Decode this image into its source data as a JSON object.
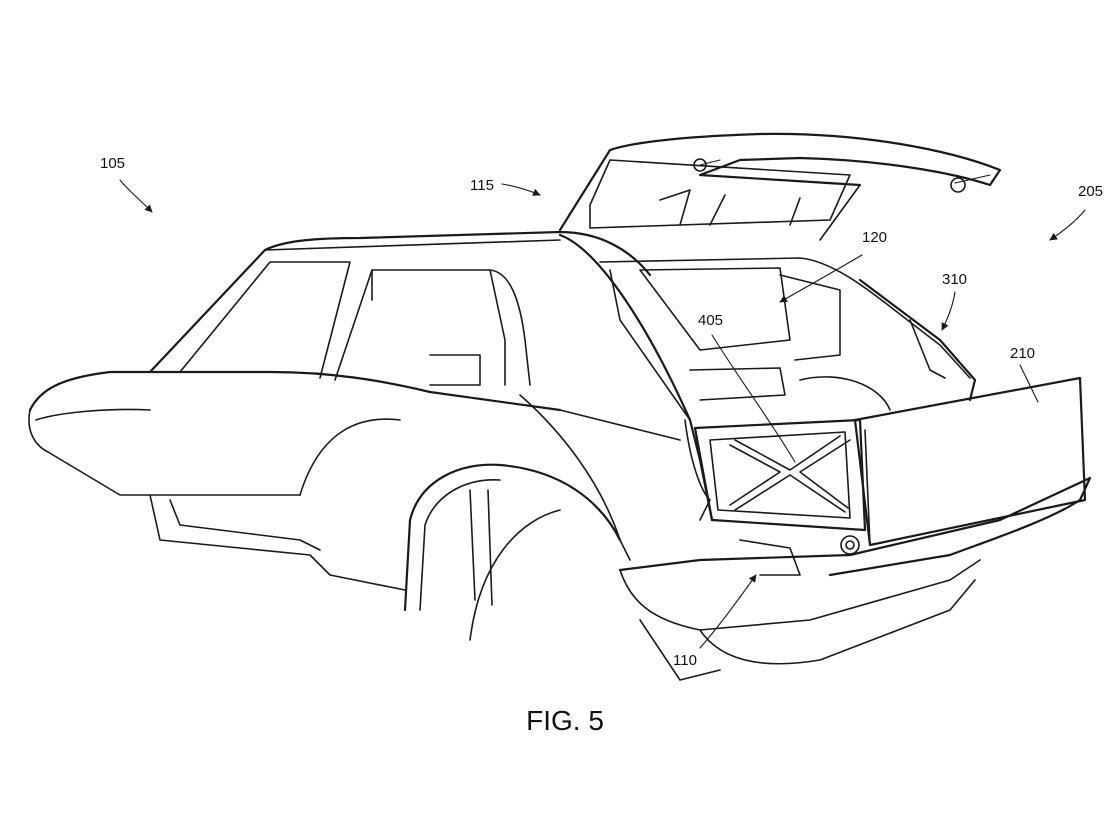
{
  "figure": {
    "caption": "FIG. 5"
  },
  "references": {
    "r105": "105",
    "r115": "115",
    "r205": "205",
    "r120": "120",
    "r310": "310",
    "r405": "405",
    "r210": "210",
    "r110": "110"
  },
  "colors": {
    "line": "#1a1a1a",
    "background": "#ffffff"
  }
}
